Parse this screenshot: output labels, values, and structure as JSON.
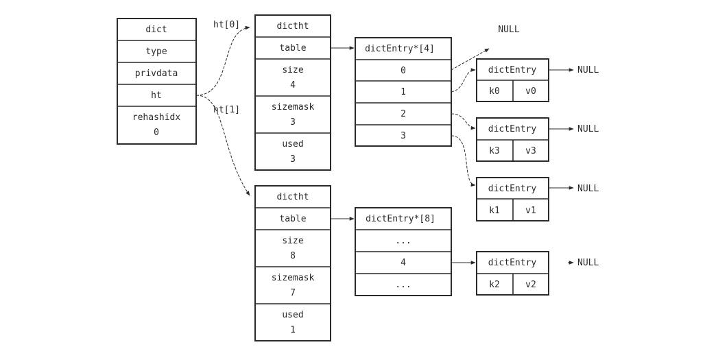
{
  "dict": {
    "title": "dict",
    "type": "type",
    "privdata": "privdata",
    "ht": "ht",
    "rehashidx_label": "rehashidx",
    "rehashidx_value": "0"
  },
  "ht0": {
    "label": "ht[0]",
    "title": "dictht",
    "table": "table",
    "size_label": "size",
    "size_value": "4",
    "sizemask_label": "sizemask",
    "sizemask_value": "3",
    "used_label": "used",
    "used_value": "3"
  },
  "ht1": {
    "label": "ht[1]",
    "title": "dictht",
    "table": "table",
    "size_label": "size",
    "size_value": "8",
    "sizemask_label": "sizemask",
    "sizemask_value": "7",
    "used_label": "used",
    "used_value": "1"
  },
  "array0": {
    "title": "dictEntry*[4]",
    "slots": [
      "0",
      "1",
      "2",
      "3"
    ],
    "null_label": "NULL"
  },
  "array1": {
    "title": "dictEntry*[8]",
    "slots": [
      "...",
      "4",
      "..."
    ]
  },
  "entries": [
    {
      "title": "dictEntry",
      "key": "k0",
      "value": "v0",
      "next": "NULL"
    },
    {
      "title": "dictEntry",
      "key": "k3",
      "value": "v3",
      "next": "NULL"
    },
    {
      "title": "dictEntry",
      "key": "k1",
      "value": "v1",
      "next": "NULL"
    },
    {
      "title": "dictEntry",
      "key": "k2",
      "value": "v2",
      "next": "NULL"
    }
  ]
}
